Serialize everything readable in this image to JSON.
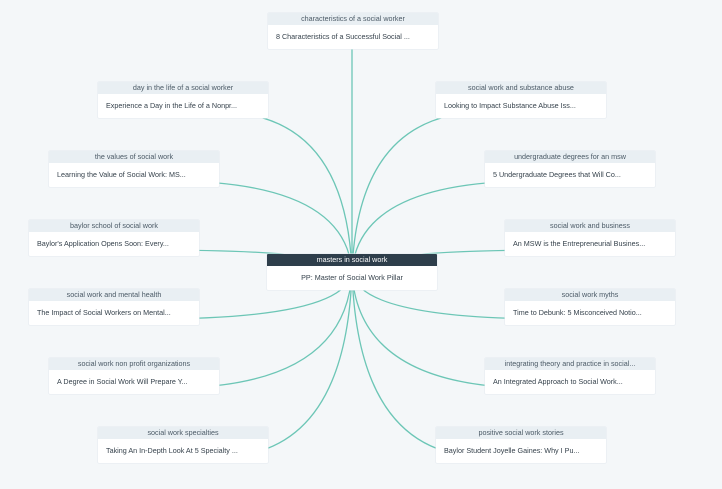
{
  "center": {
    "title": "masters in social work",
    "body": "PP: Master of Social Work Pillar"
  },
  "nodes": [
    {
      "id": "n1",
      "title": "characteristics of a social worker",
      "body": "8 Characteristics of a Successful Social ..."
    },
    {
      "id": "n2",
      "title": "day in the life of a social worker",
      "body": "Experience a Day in the Life of a Nonpr..."
    },
    {
      "id": "n3",
      "title": "social work and substance abuse",
      "body": "Looking to Impact Substance Abuse Iss..."
    },
    {
      "id": "n4",
      "title": "the values of social work",
      "body": "Learning the Value of Social Work: MS..."
    },
    {
      "id": "n5",
      "title": "undergraduate degrees for an msw",
      "body": "5 Undergraduate Degrees that Will Co..."
    },
    {
      "id": "n6",
      "title": "baylor school of social work",
      "body": "Baylor's Application Opens Soon: Every..."
    },
    {
      "id": "n7",
      "title": "social work and business",
      "body": "An MSW is the Entrepreneurial Busines..."
    },
    {
      "id": "n8",
      "title": "social work and mental health",
      "body": "The Impact of Social Workers on Mental..."
    },
    {
      "id": "n9",
      "title": "social work myths",
      "body": "Time to Debunk: 5 Misconceived Notio..."
    },
    {
      "id": "n10",
      "title": "social work non profit organizations",
      "body": "A Degree in Social Work Will Prepare Y..."
    },
    {
      "id": "n11",
      "title": "integrating theory and practice in social...",
      "body": "An Integrated Approach to Social Work..."
    },
    {
      "id": "n12",
      "title": "social work specialties",
      "body": "Taking An In-Depth Look At 5 Specialty ..."
    },
    {
      "id": "n13",
      "title": "positive social work stories",
      "body": "Baylor Student Joyelle Gaines: Why I Pu..."
    }
  ],
  "colors": {
    "edge": "#6cc6b6",
    "center_header": "#2e3e4b",
    "node_header": "#e9eff3",
    "background": "#f4f7f9"
  }
}
